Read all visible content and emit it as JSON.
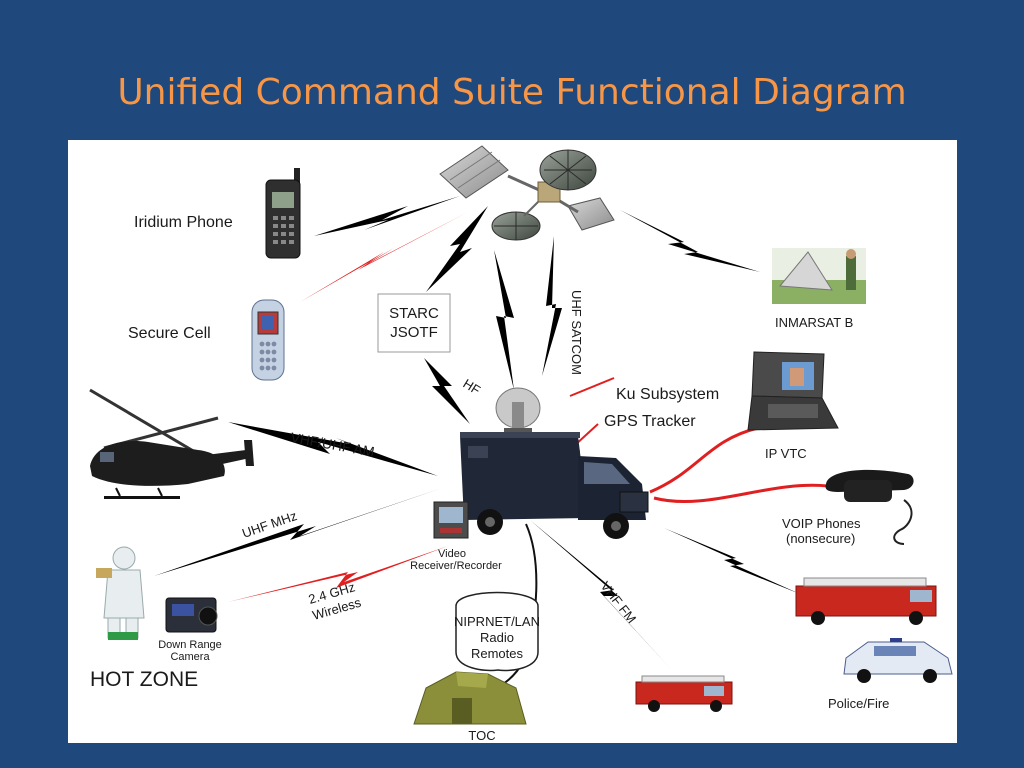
{
  "title": "Unified Command Suite Functional Diagram",
  "labels": {
    "iridium_phone": "Iridium Phone",
    "secure_cell": "Secure Cell",
    "starc_line1": "STARC",
    "starc_line2": "JSOTF",
    "hf": "HF",
    "uhf_satcom": "UHF SATCOM",
    "inmarsat": "INMARSAT B",
    "ku_subsystem": "Ku Subsystem",
    "gps_tracker": "GPS Tracker",
    "vhf_uhf_am": "VHF/UHF AM",
    "ip_vtc": "IP VTC",
    "uhf_mhz": "UHF MHz",
    "video_line1": "Video",
    "video_line2": "Receiver/Recorder",
    "voip_line1": "VOIP Phones",
    "voip_line2": "(nonsecure)",
    "wireless_line1": "2.4 GHz",
    "wireless_line2": "Wireless",
    "vhf_fm": "VHF FM",
    "niprnet_line1": "NIPRNET/LAN",
    "niprnet_line2": "Radio",
    "niprnet_line3": "Remotes",
    "down_range_line1": "Down Range",
    "down_range_line2": "Camera",
    "hot_zone": "HOT ZONE",
    "police_fire": "Police/Fire",
    "toc": "TOC"
  },
  "icons": {
    "satellite": "satellite-icon",
    "iridium": "iridium-phone-icon",
    "cell": "secure-cell-icon",
    "helicopter": "helicopter-icon",
    "truck": "command-truck-icon",
    "dish": "ku-dish-icon",
    "inmarsat": "inmarsat-terminal-icon",
    "vtc": "ip-vtc-case-icon",
    "phone": "voip-phone-icon",
    "hazmat": "hazmat-person-icon",
    "camera": "down-range-camera-icon",
    "recorder": "video-recorder-icon",
    "tent": "toc-tent-icon",
    "fire_truck": "fire-truck-icon",
    "police_car": "police-car-icon"
  },
  "colors": {
    "background": "#1f497d",
    "title": "#f79646",
    "link_black": "#000000",
    "link_red": "#e02020"
  }
}
